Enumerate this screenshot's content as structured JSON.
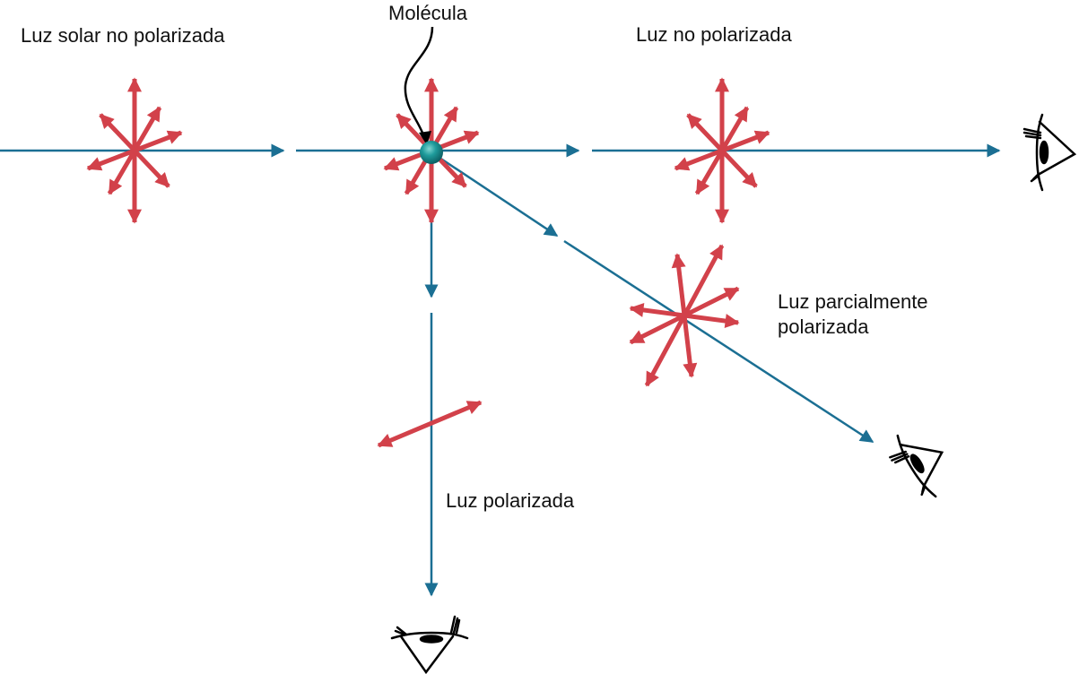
{
  "labels": {
    "sunlight": "Luz solar no polarizada",
    "molecule": "Molécula",
    "unpolarized": "Luz no polarizada",
    "partial_line1": "Luz parcialmente",
    "partial_line2": "polarizada",
    "polarized": "Luz polarizada"
  },
  "colors": {
    "beam": "#1b6f93",
    "field_arrow": "#d2414a",
    "molecule": "#1e9b9b",
    "text": "#111111",
    "background": "#ffffff"
  },
  "icons": {
    "eye_right": "eye-icon",
    "eye_diagonal": "eye-icon",
    "eye_down": "eye-icon"
  }
}
